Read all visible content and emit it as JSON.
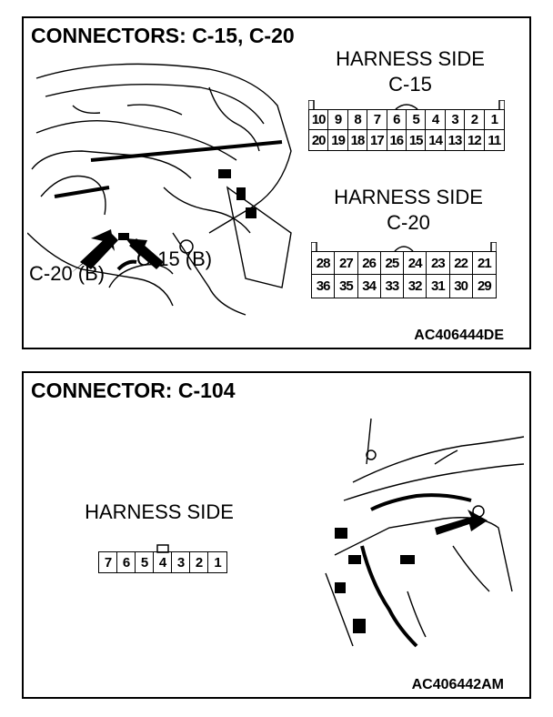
{
  "top_panel": {
    "title": "CONNECTORS: C-15, C-20",
    "ref_code": "AC406444DE",
    "c15": {
      "side_label": "HARNESS SIDE",
      "name": "C-15",
      "rows": [
        [
          "10",
          "9",
          "8",
          "7",
          "6",
          "5",
          "4",
          "3",
          "2",
          "1"
        ],
        [
          "20",
          "19",
          "18",
          "17",
          "16",
          "15",
          "14",
          "13",
          "12",
          "11"
        ]
      ]
    },
    "c20": {
      "side_label": "HARNESS SIDE",
      "name": "C-20",
      "rows": [
        [
          "28",
          "27",
          "26",
          "25",
          "24",
          "23",
          "22",
          "21"
        ],
        [
          "36",
          "35",
          "34",
          "33",
          "32",
          "31",
          "30",
          "29"
        ]
      ]
    },
    "callouts": {
      "c15_b": "C-15 (B)",
      "c20_b": "C-20 (B)"
    }
  },
  "bottom_panel": {
    "title": "CONNECTOR: C-104",
    "ref_code": "AC406442AM",
    "c104": {
      "side_label": "HARNESS SIDE",
      "rows": [
        [
          "7",
          "6",
          "5",
          "4",
          "3",
          "2",
          "1"
        ]
      ]
    }
  }
}
